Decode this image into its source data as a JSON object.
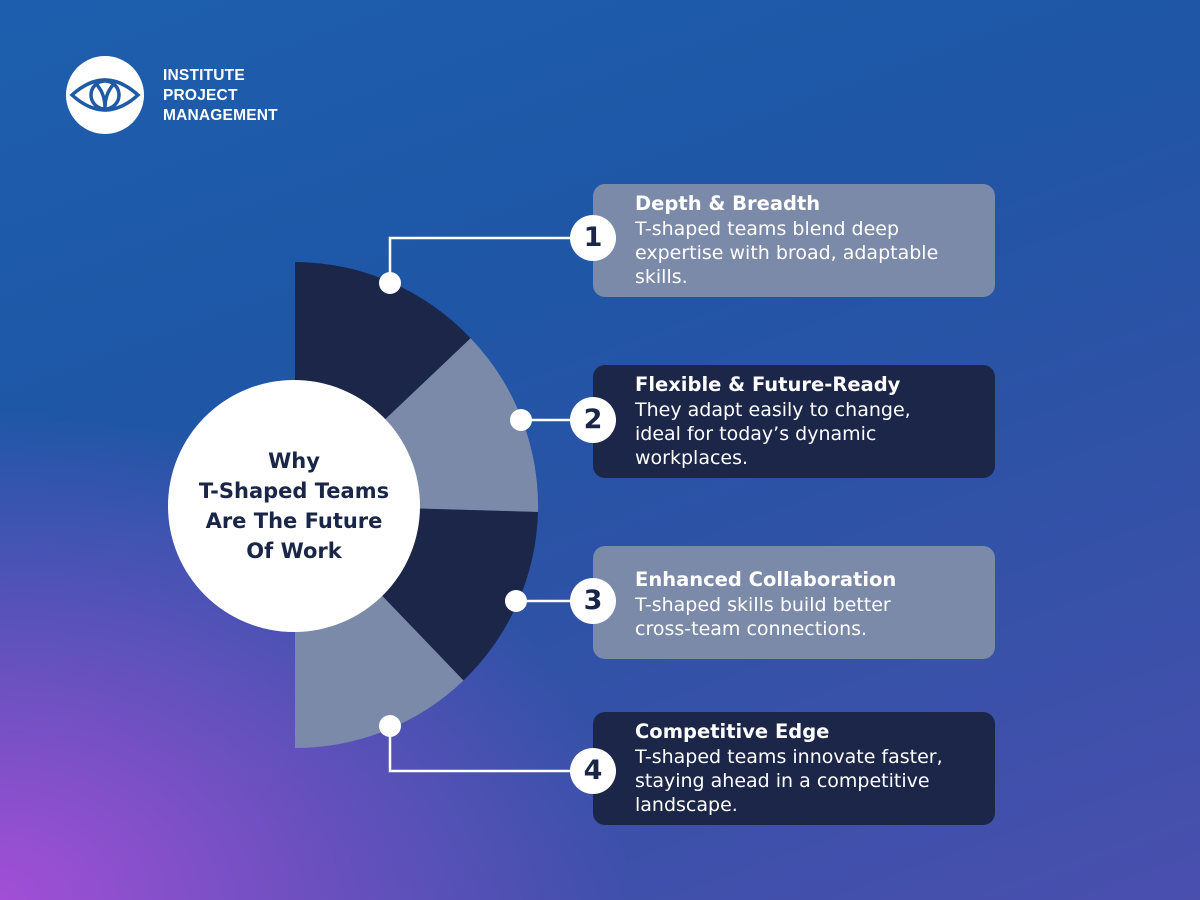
{
  "brand": {
    "logo_icon": "eye-icon",
    "lines": [
      "INSTITUTE",
      "PROJECT",
      "MANAGEMENT"
    ]
  },
  "hub": {
    "title_lines": [
      "Why",
      "T-Shaped Teams",
      "Are The Future",
      "Of Work"
    ]
  },
  "colors": {
    "segment_dark": "#1b2649",
    "segment_light": "#7a8aa8",
    "connector": "#ffffff"
  },
  "items": [
    {
      "number": "1",
      "title": "Depth & Breadth",
      "desc_lines": [
        "T-shaped teams blend deep",
        "expertise with broad, adaptable",
        "skills."
      ],
      "tone": "light"
    },
    {
      "number": "2",
      "title": "Flexible & Future-Ready",
      "desc_lines": [
        "They adapt easily to change,",
        "ideal for today’s dynamic",
        "workplaces."
      ],
      "tone": "dark"
    },
    {
      "number": "3",
      "title": "Enhanced Collaboration",
      "desc_lines": [
        "T-shaped skills build better",
        "cross-team connections."
      ],
      "tone": "light"
    },
    {
      "number": "4",
      "title": "Competitive Edge",
      "desc_lines": [
        "T-shaped teams innovate faster,",
        "staying ahead in a competitive",
        "landscape."
      ],
      "tone": "dark"
    }
  ]
}
